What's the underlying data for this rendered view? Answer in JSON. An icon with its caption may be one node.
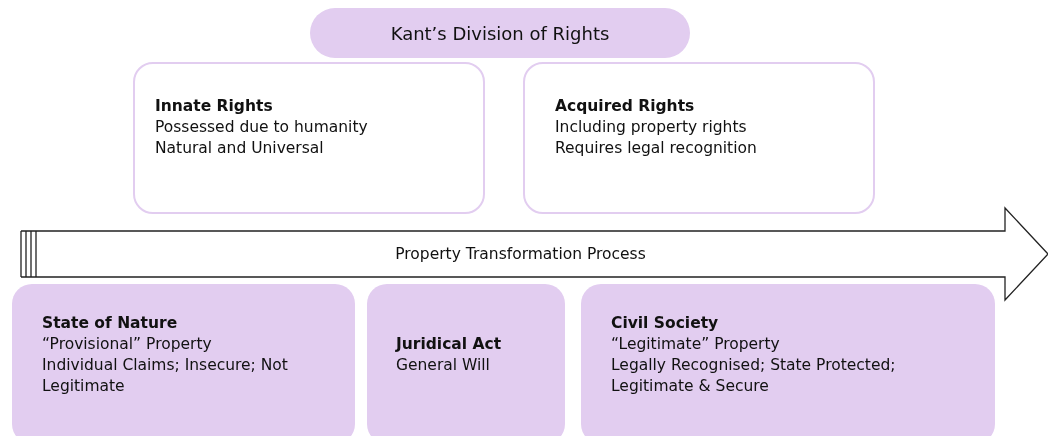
{
  "diagram": {
    "nodes": [
      {
        "text": [
          "Kant’s Division of Rights"
        ]
      },
      {
        "text": [
          "Innate Rights",
          "Possessed due to humanity",
          "Natural and Universal"
        ]
      },
      {
        "text": [
          "Acquired Rights",
          "Including property rights",
          "Requires legal recognition"
        ]
      },
      {
        "text": [
          "Property Transformation Process"
        ]
      },
      {
        "text": [
          "State of Nature",
          "“Provisional” Property",
          "Individual Claims; Insecure; Not Legitimate"
        ]
      },
      {
        "text": [
          "Juridical Act",
          "General Will"
        ]
      },
      {
        "text": [
          "Civil Society",
          "“Legitimate” Property",
          "Legally Recognised; State Protected; Legitimate & Secure"
        ]
      }
    ],
    "edges": []
  }
}
